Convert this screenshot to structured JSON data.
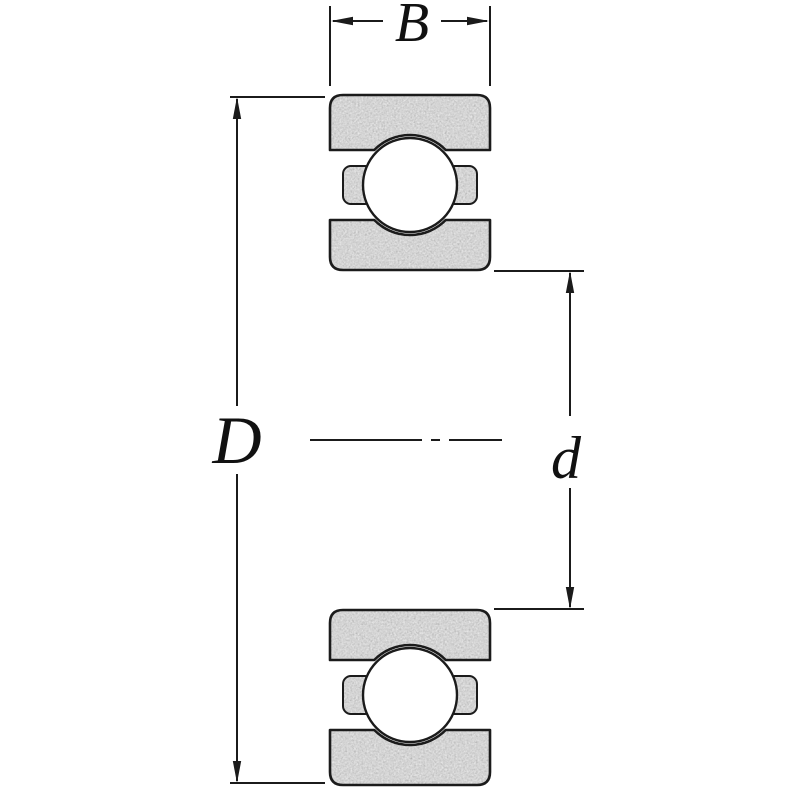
{
  "labels": {
    "width": "B",
    "outer_diameter": "D",
    "bore_diameter": "d"
  },
  "colors": {
    "line": "#1b1b1b",
    "metal": "#a8a8a8",
    "ball": "#ffffff",
    "background": "#ffffff"
  }
}
